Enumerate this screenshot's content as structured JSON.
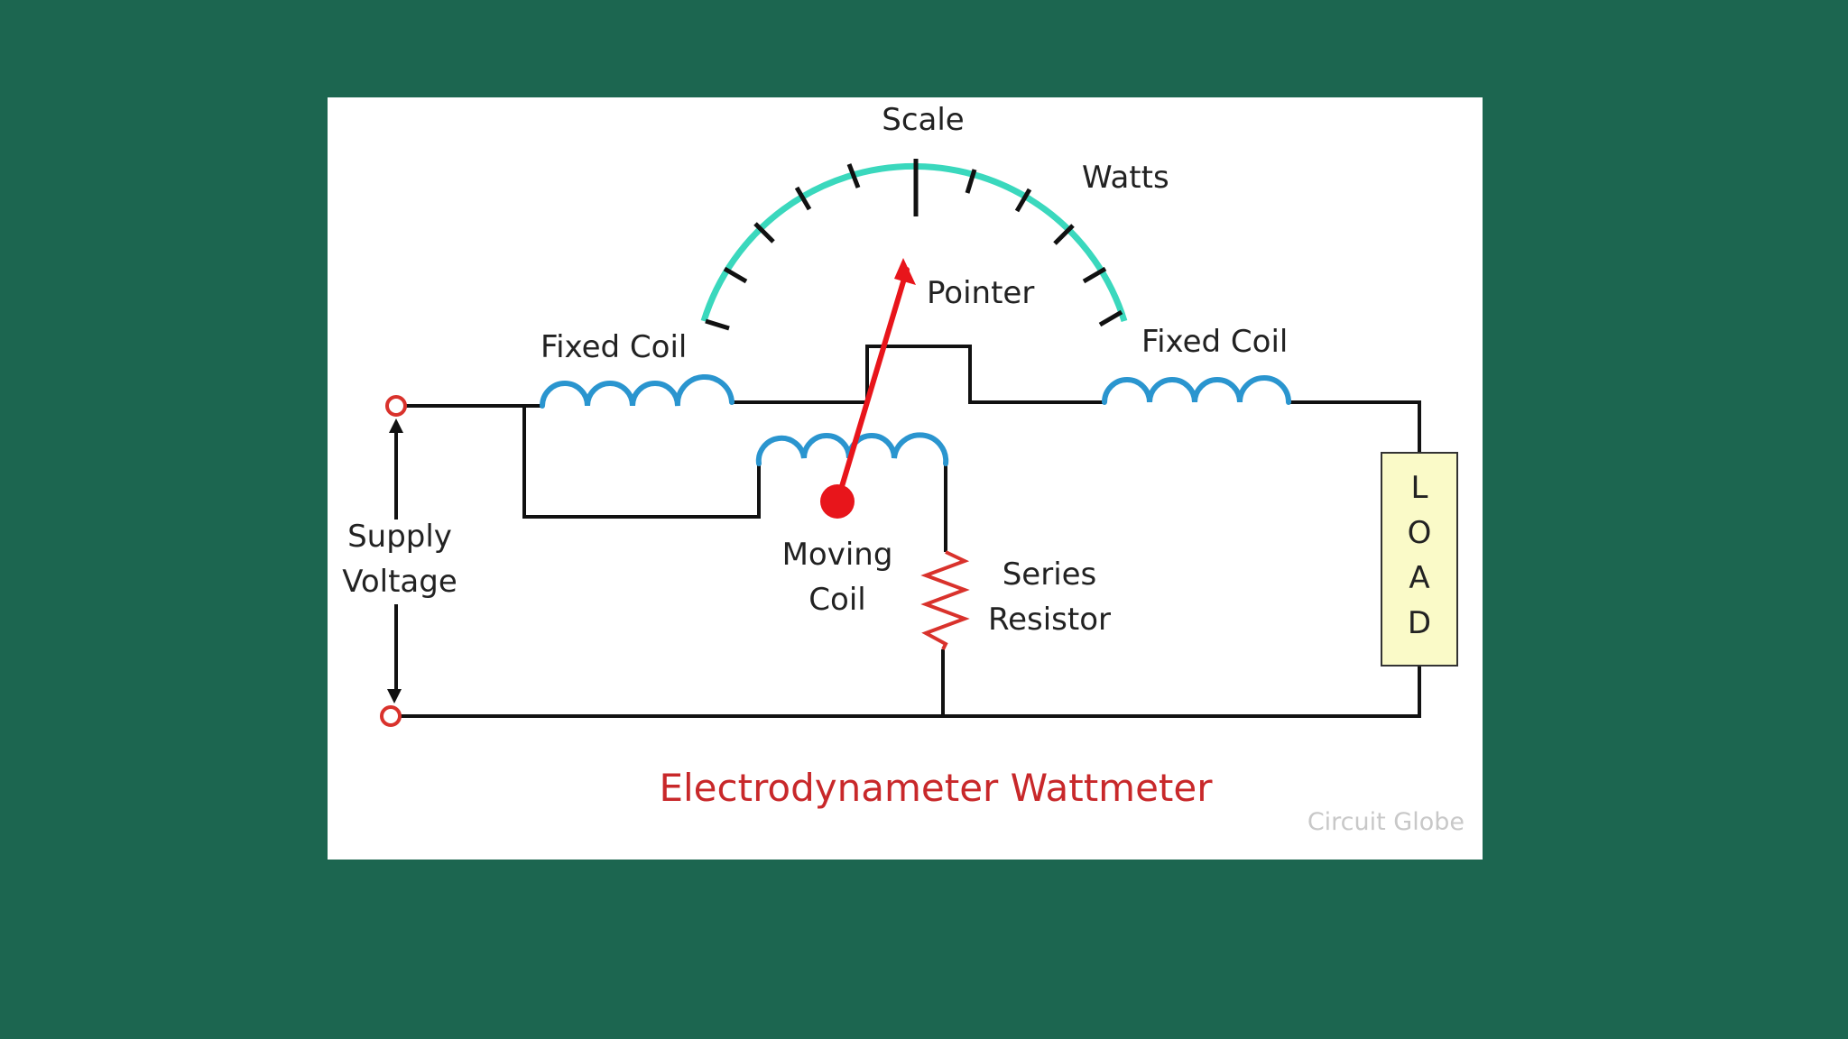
{
  "diagram": {
    "title": "Electrodynameter Wattmeter",
    "watermark": "Circuit Globe",
    "labels": {
      "scale": "Scale",
      "watts": "Watts",
      "pointer": "Pointer",
      "fixed_coil_left": "Fixed Coil",
      "fixed_coil_right": "Fixed Coil",
      "moving_coil_line1": "Moving",
      "moving_coil_line2": "Coil",
      "series_resistor_line1": "Series",
      "series_resistor_line2": "Resistor",
      "supply_voltage_line1": "Supply",
      "supply_voltage_line2": "Voltage"
    },
    "load_letters": [
      "L",
      "O",
      "A",
      "D"
    ]
  },
  "colors": {
    "background": "#1c6650",
    "panel": "#ffffff",
    "wire": "#111111",
    "coil": "#2a95cf",
    "scale_arc": "#3ad8bd",
    "pointer": "#e8151b",
    "terminal": "#d9322c",
    "resistor": "#d9322c",
    "load_fill": "#fafac8",
    "title": "#c8282a",
    "watermark": "#c8c8c8"
  },
  "icons": {
    "terminal": "open-circle-terminal-icon",
    "pivot": "filled-circle-pivot-icon",
    "resistor": "zigzag-resistor-icon",
    "coil": "loop-coil-icon"
  }
}
